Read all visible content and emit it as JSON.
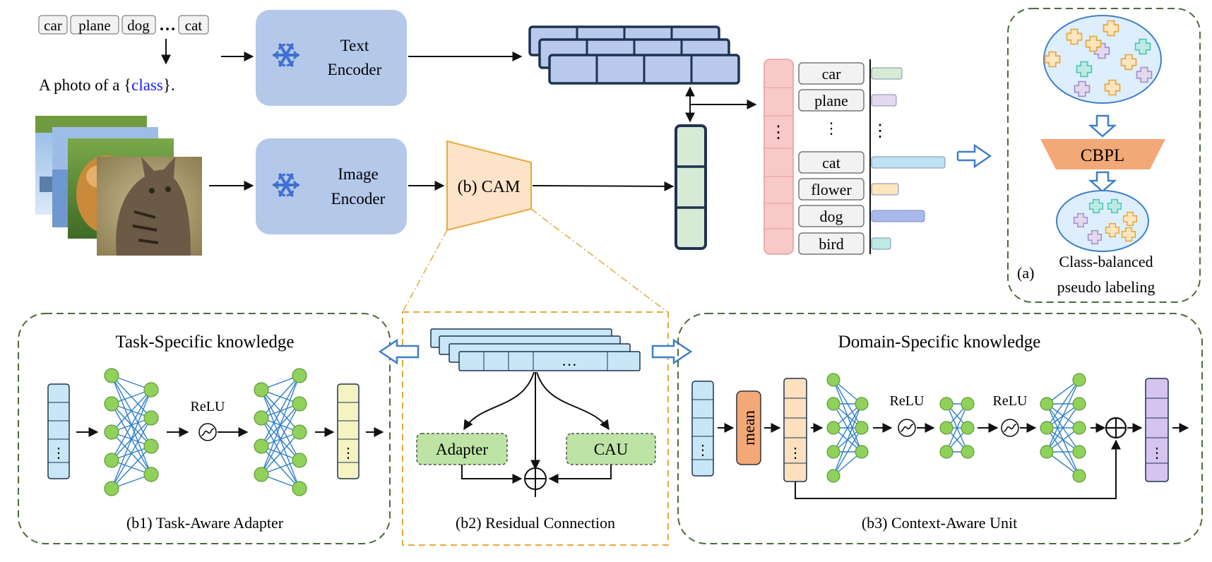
{
  "top": {
    "class_tokens": [
      "car",
      "plane",
      "dog",
      "cat"
    ],
    "ellipsis": "…",
    "prompt_prefix": "A photo of a ",
    "prompt_class": "class",
    "prompt_suffix": ".",
    "text_encoder": [
      "Text",
      "Encoder"
    ],
    "image_encoder": [
      "Image",
      "Encoder"
    ],
    "cam_label": "(b)  CAM",
    "vdots": "⋮",
    "class_list": [
      "car",
      "plane",
      "⋮",
      "cat",
      "flower",
      "dog",
      "bird"
    ],
    "score_bars": [
      {
        "label": "car",
        "value": 0.27,
        "color": "#d6ecd2"
      },
      {
        "label": "plane",
        "value": 0.22,
        "color": "#e3d9ef"
      },
      {
        "label": "cat",
        "value": 0.65,
        "color": "#bfe1f4"
      },
      {
        "label": "flower",
        "value": 0.24,
        "color": "#fce5bf"
      },
      {
        "label": "dog",
        "value": 0.47,
        "color": "#a9b9ec"
      },
      {
        "label": "bird",
        "value": 0.17,
        "color": "#bdebe4"
      }
    ]
  },
  "cbpl": {
    "label": "CBPL",
    "caption": [
      "Class-balanced",
      "pseudo labeling"
    ],
    "tag": "(a)"
  },
  "b1": {
    "title": "Task-Specific  knowledge",
    "relu": "ReLU",
    "caption": "(b1) Task-Aware Adapter"
  },
  "b2": {
    "dots": "…",
    "adapter": "Adapter",
    "cau": "CAU",
    "caption": "(b2) Residual Connection"
  },
  "b3": {
    "title": "Domain-Specific knowledge",
    "mean": "mean",
    "relu1": "ReLU",
    "relu2": "ReLU",
    "caption": "(b3) Context-Aware Unit"
  },
  "colors": {
    "encoder": "#b4c8ea",
    "snowflake": "#3f6fd0",
    "token_bar": "#b9c9ee",
    "token_border": "#1e3350",
    "feature_green": "#d6ead6",
    "cam_fill": "#fde3c8",
    "cam_border": "#e5a93a",
    "text_embed": "#f7c9c9",
    "node": "#8fd15a",
    "edge": "#2f7fc8",
    "dashed_green": "#4d6a3a",
    "dashed_orange": "#e5a93a",
    "arrow_blue": "#3f7fc8",
    "light_blue": "#c8e6f6",
    "yellow_vec": "#f5f3c2",
    "orange_vec": "#fde0bd",
    "purple_vec": "#d5c3f0",
    "mean_fill": "#f3a877",
    "adapter_fill": "#bde3a5",
    "class_word": "#1a1aff"
  }
}
